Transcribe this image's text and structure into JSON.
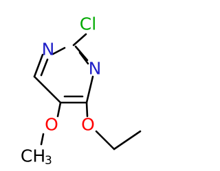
{
  "molecule": {
    "atoms": {
      "chlorine": {
        "label": "Cl",
        "color": "#00aa00"
      },
      "ring_nitrogen_top": {
        "label": "N",
        "color": "#2020c8"
      },
      "ring_nitrogen_right": {
        "label": "N",
        "color": "#2020c8"
      },
      "ethoxy_oxygen": {
        "label": "O",
        "color": "#ff0000"
      },
      "methoxy_oxygen": {
        "label": "O",
        "color": "#ff0000"
      },
      "methyl_carbon": {
        "label": "CH",
        "subscript": "3",
        "color": "#000000"
      }
    },
    "bond_color": "#000000"
  }
}
